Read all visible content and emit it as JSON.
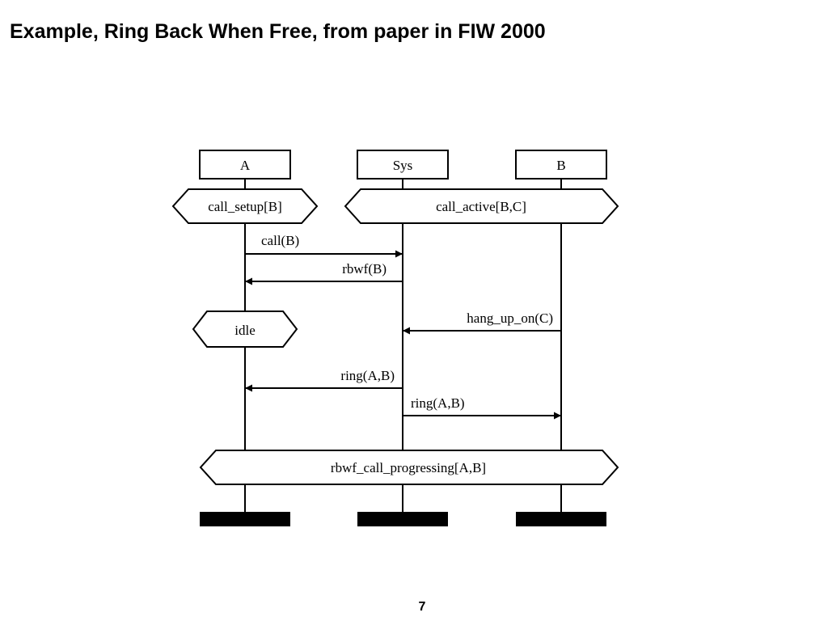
{
  "slide": {
    "title": "Example, Ring Back When Free, from paper in FIW 2000",
    "page_number": "7"
  },
  "diagram": {
    "instances": [
      {
        "id": "A",
        "label": "A"
      },
      {
        "id": "Sys",
        "label": "Sys"
      },
      {
        "id": "B",
        "label": "B"
      }
    ],
    "conditions": [
      {
        "label": "call_setup[B]",
        "covers": [
          "A"
        ]
      },
      {
        "label": "call_active[B,C]",
        "covers": [
          "Sys",
          "B"
        ]
      },
      {
        "label": "idle",
        "covers": [
          "A"
        ]
      },
      {
        "label": "rbwf_call_progressing[A,B]",
        "covers": [
          "A",
          "Sys",
          "B"
        ]
      }
    ],
    "messages": [
      {
        "label": "call(B)",
        "from": "A",
        "to": "Sys"
      },
      {
        "label": "rbwf(B)",
        "from": "Sys",
        "to": "A"
      },
      {
        "label": "hang_up_on(C)",
        "from": "B",
        "to": "Sys"
      },
      {
        "label": "ring(A,B)",
        "from": "Sys",
        "to": "A"
      },
      {
        "label": "ring(A,B)",
        "from": "Sys",
        "to": "B"
      }
    ]
  }
}
